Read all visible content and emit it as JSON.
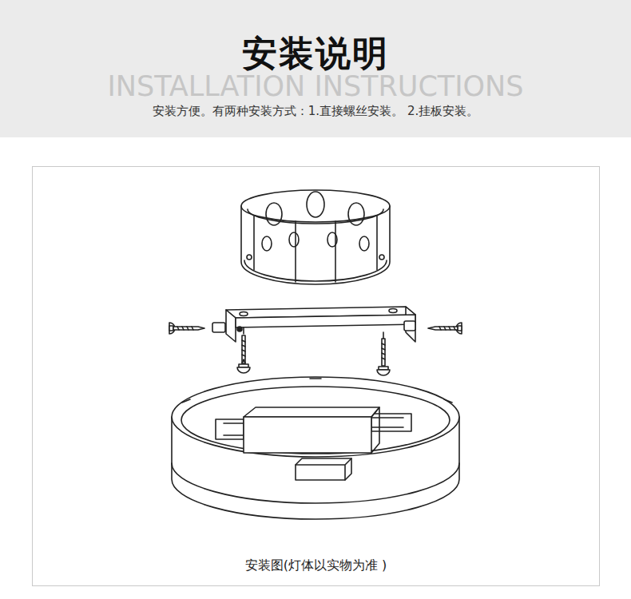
{
  "diagram": {
    "title": "安装说明",
    "caption": "安装图(灯体以实物为准 )",
    "labels": [
      "INSTALLATION INSTRUCTIONS",
      "安装方便。有两种安装方式：1.直接螺丝安装。 2.挂板安装。"
    ]
  }
}
